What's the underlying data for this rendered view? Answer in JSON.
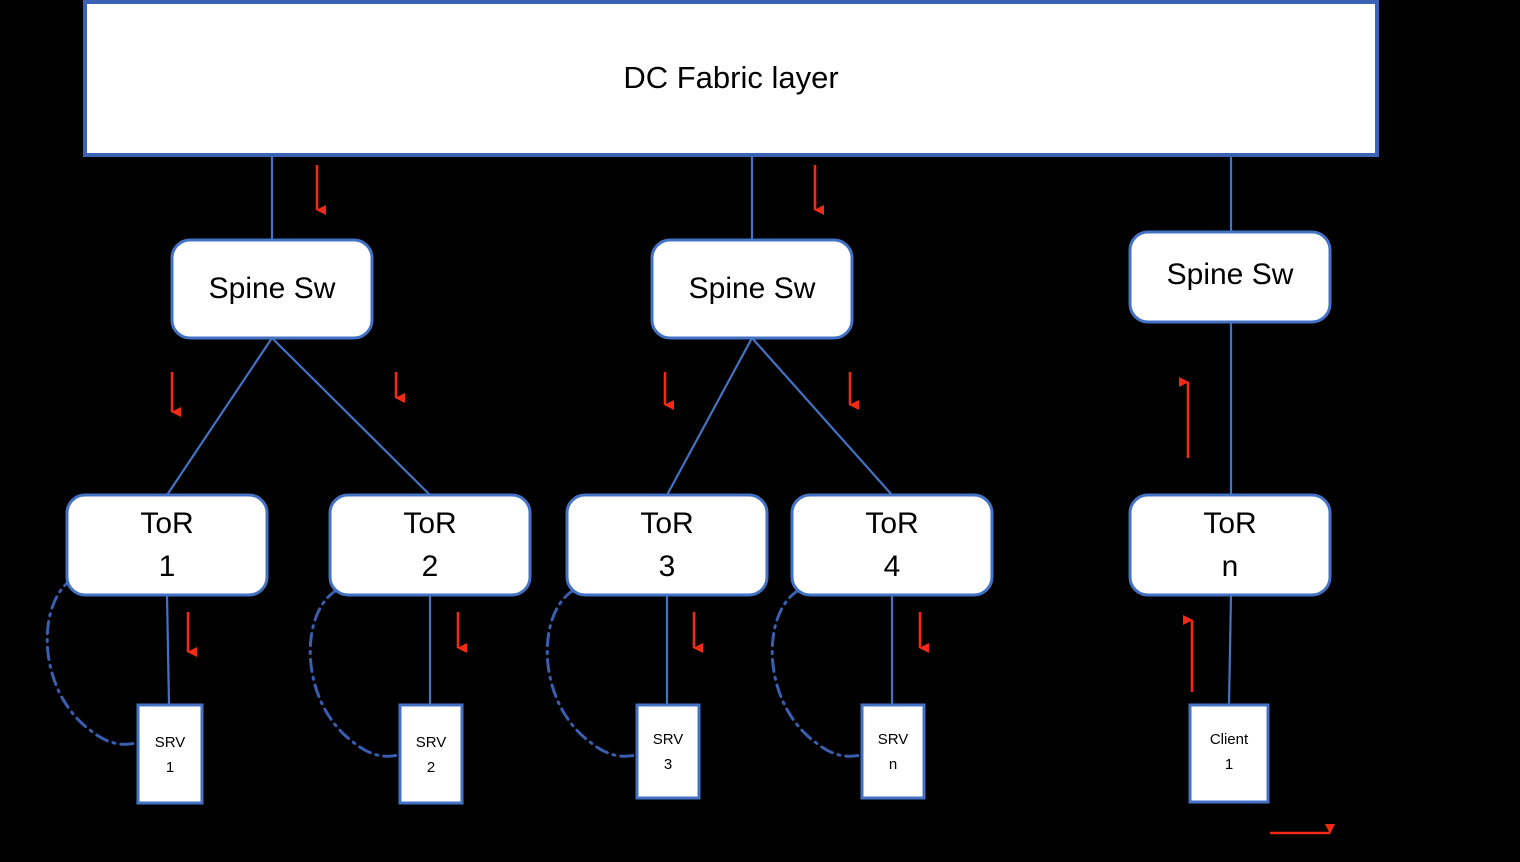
{
  "diagram": {
    "title": "DC Fabric layer diagram",
    "background_color": "#000000",
    "box_fill": "#ffffff",
    "box_stroke": "#4472c4",
    "link_color": "#4472c4",
    "flow_color": "#f02a15"
  },
  "fabric": {
    "label": "DC Fabric layer"
  },
  "spines": [
    {
      "label": "Spine Sw"
    },
    {
      "label": "Spine Sw"
    },
    {
      "label": "Spine Sw"
    }
  ],
  "tors": [
    {
      "line1": "ToR",
      "line2": "1"
    },
    {
      "line1": "ToR",
      "line2": "2"
    },
    {
      "line1": "ToR",
      "line2": "3"
    },
    {
      "line1": "ToR",
      "line2": "4"
    },
    {
      "line1": "ToR",
      "line2": "n"
    }
  ],
  "endpoints": [
    {
      "line1": "SRV",
      "line2": "1"
    },
    {
      "line1": "SRV",
      "line2": "2"
    },
    {
      "line1": "SRV",
      "line2": "3"
    },
    {
      "line1": "SRV",
      "line2": "n"
    },
    {
      "line1": "Client",
      "line2": "1"
    }
  ],
  "legend": {
    "arrow_label": ""
  }
}
